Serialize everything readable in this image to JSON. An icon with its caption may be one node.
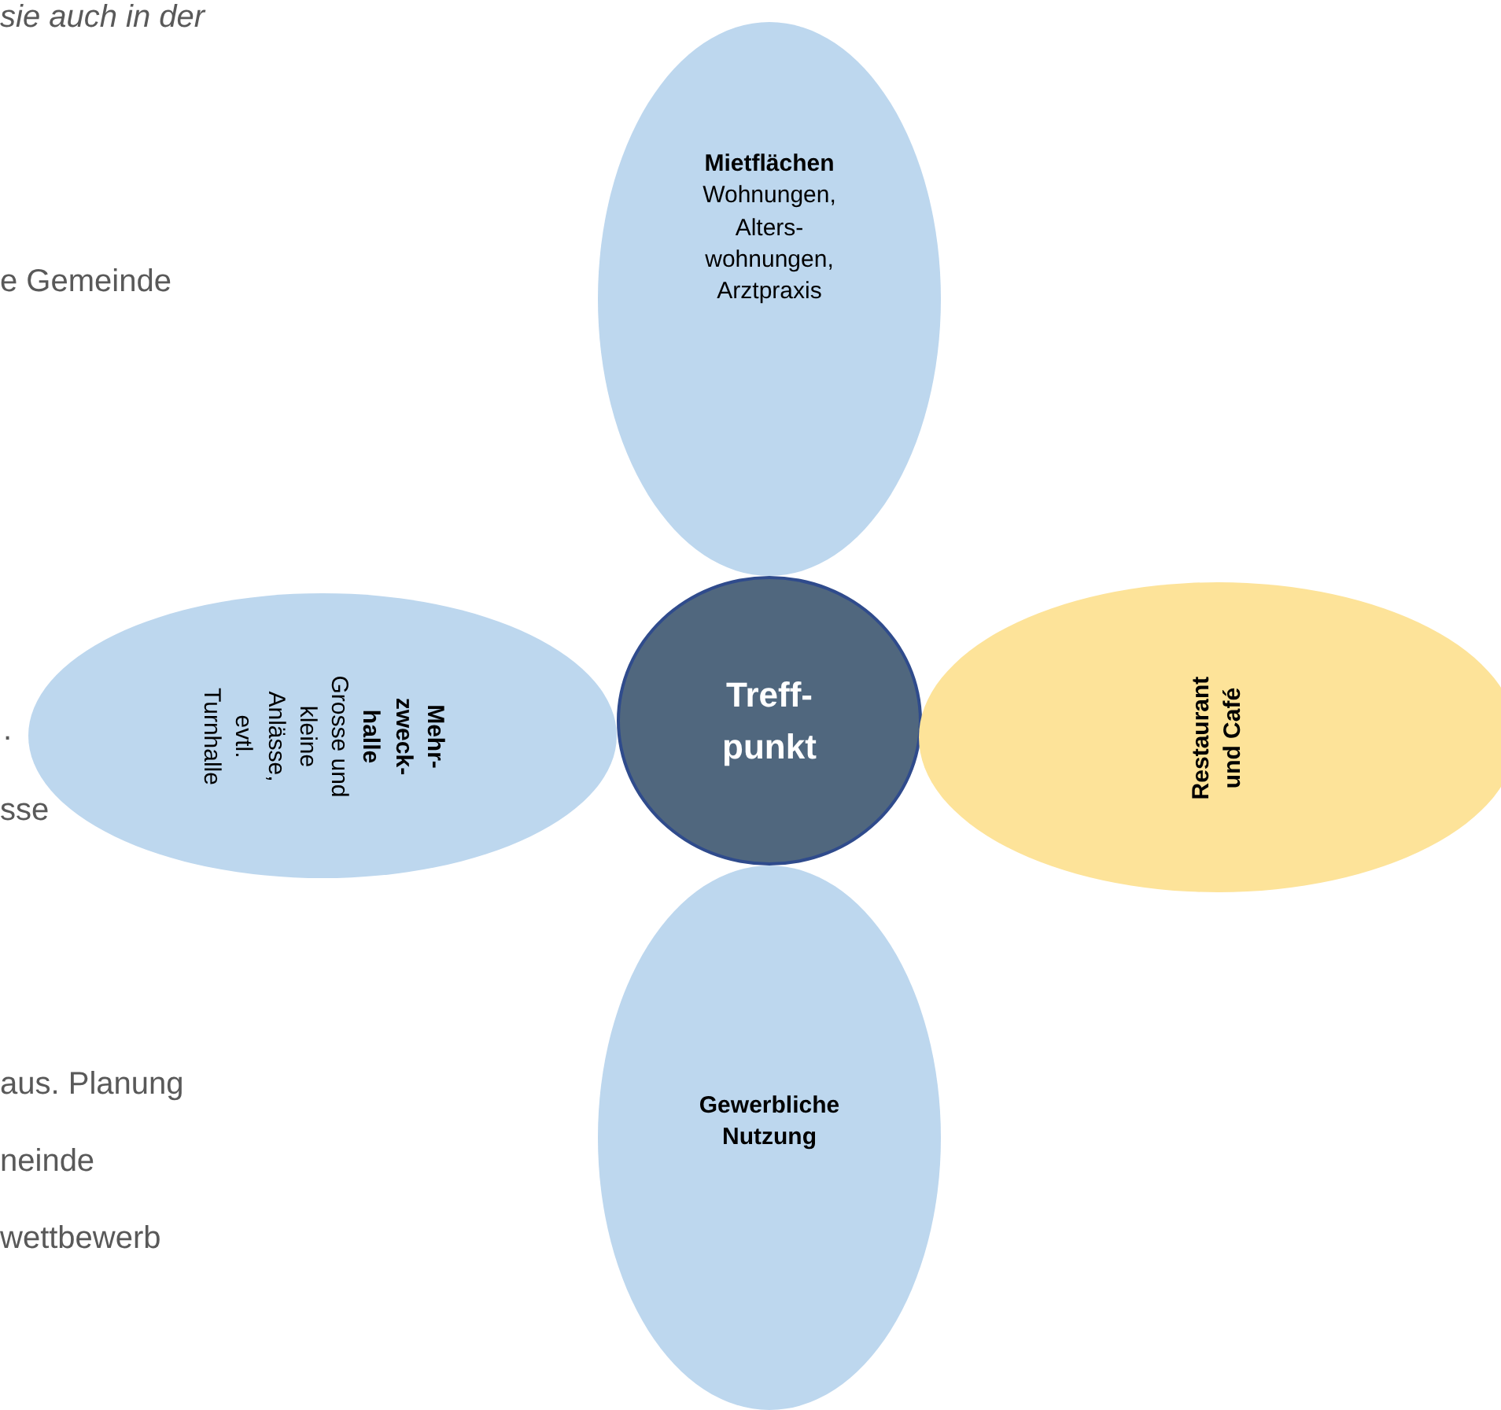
{
  "diagram": {
    "nodes": [
      {
        "text": [
          "Mietflächen",
          "Wohnungen, Alters- wohnungen, Arztpraxis"
        ]
      },
      {
        "text": [
          "Mehr- zweck- halle",
          "Grosse und kleine Anlässe, evtl. Turnhalle"
        ]
      },
      {
        "text": [
          "Treff- punkt"
        ]
      },
      {
        "text": [
          "Restaurant und Café"
        ]
      },
      {
        "text": [
          "Gewerbliche Nutzung"
        ]
      }
    ],
    "labels": [
      "sie auch in der",
      "e Gemeinde",
      ".",
      "sse",
      "aus. Planung",
      "neinde",
      "wettbewerb"
    ]
  }
}
